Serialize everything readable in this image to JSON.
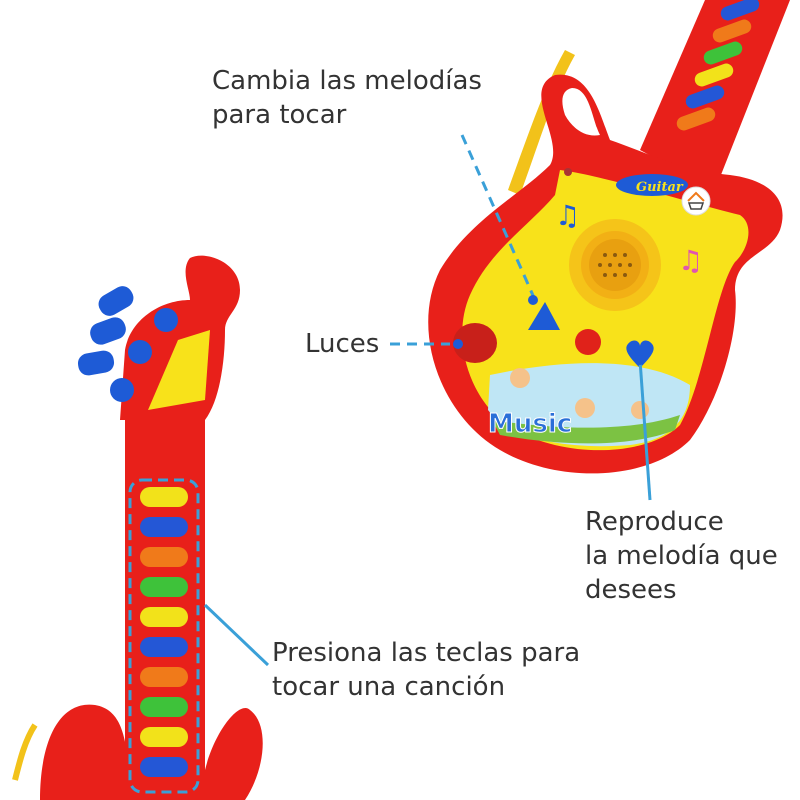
{
  "annotations": {
    "change_melody": [
      "Cambia las melodías",
      "para tocar"
    ],
    "lights": "Luces",
    "play_melody": [
      "Reproduce",
      "la melodía que",
      "desees"
    ],
    "press_keys": [
      "Presiona las teclas para",
      "tocar una canción"
    ]
  },
  "panel": {
    "brand": "Guitar",
    "sticker": "Music"
  },
  "colors": {
    "body_red": "#e8201a",
    "panel_yellow": "#f8e21a",
    "knob_blue": "#1e5bd6",
    "callout_blue": "#3aa0d8",
    "text": "#333333"
  },
  "neck_key_colors": [
    "#f2e21a",
    "#2457d6",
    "#f07a1a",
    "#3ec23a",
    "#f2e21a",
    "#2457d6",
    "#f07a1a",
    "#3ec23a",
    "#f2e21a",
    "#2457d6"
  ],
  "icons": [
    "cart-home-icon",
    "music-note-icon",
    "triangle-button-icon",
    "heart-button-icon"
  ]
}
